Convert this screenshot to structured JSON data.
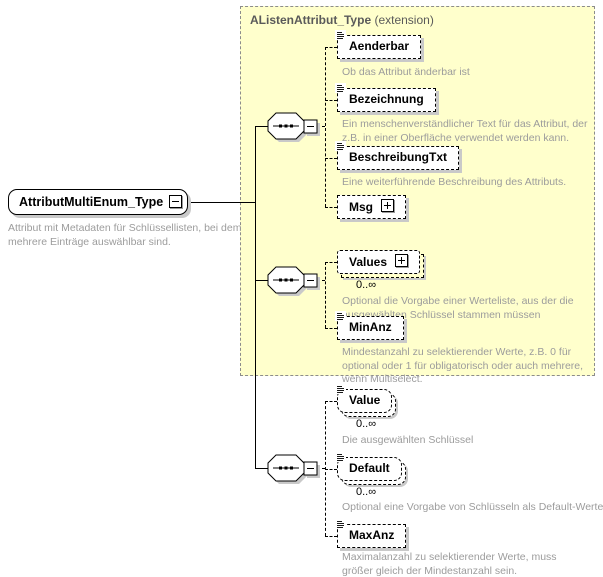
{
  "root": {
    "label": "AttributMultiEnum_Type",
    "description": "Attribut mit Metadaten für Schlüssellisten, bei dem mehrere Einträge auswählbar sind."
  },
  "extension": {
    "title": "AListenAttribut_Type",
    "suffix": " (extension)"
  },
  "nodes": {
    "aenderbar": {
      "label": "Aenderbar",
      "desc": "Ob das Attribut änderbar ist"
    },
    "bezeichnung": {
      "label": "Bezeichnung",
      "desc": "Ein menschenverständlicher Text für das Attribut, der z.B. in einer Oberfläche verwendet werden kann."
    },
    "beschreibungtxt": {
      "label": "BeschreibungTxt",
      "desc": "Eine weiterführende Beschreibung des Attributs."
    },
    "msg": {
      "label": "Msg"
    },
    "values": {
      "label": "Values",
      "occurrence": "0..∞",
      "desc": "Optional die Vorgabe einer Werteliste, aus der die ausgewählten Schlüssel stammen müssen"
    },
    "minanz": {
      "label": "MinAnz",
      "desc": "Mindestanzahl zu selektierender Werte, z.B. 0 für optional oder 1 für obligatorisch oder auch mehrere, wenn Multiselect."
    },
    "value": {
      "label": "Value",
      "occurrence": "0..∞",
      "desc": "Die ausgewählten Schlüssel"
    },
    "default": {
      "label": "Default",
      "occurrence": "0..∞",
      "desc": "Optional eine Vorgabe von Schlüsseln als Default-Werte"
    },
    "maxanz": {
      "label": "MaxAnz",
      "desc": "Maximalanzahl zu selektierender Werte, muss größer gleich der Mindestanzahl sein."
    }
  },
  "colors": {
    "extension_fill": "#ffffcc",
    "extension_border": "#8c8c8c",
    "description_text": "#9c9c9c",
    "shadow": "#c9c9c9",
    "node_border": "#000000"
  }
}
